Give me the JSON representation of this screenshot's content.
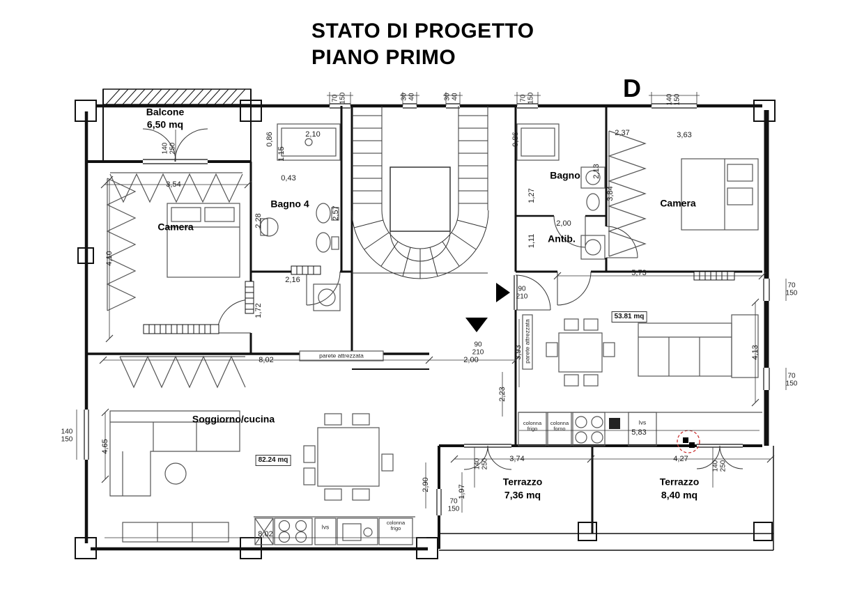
{
  "header": {
    "title": "STATO DI PROGETTO",
    "subtitle": "PIANO PRIMO",
    "section_mark": "D"
  },
  "colors": {
    "walls": "#111111",
    "furniture": "#555555",
    "annotation_red": "#cc3333"
  },
  "rooms": {
    "balcone": {
      "name": "Balcone",
      "area": "6,50 mq"
    },
    "camera_sx": {
      "name": "Camera"
    },
    "bagno4": {
      "name": "Bagno 4"
    },
    "bagno": {
      "name": "Bagno"
    },
    "antibagno": {
      "name": "Antib."
    },
    "camera_dx": {
      "name": "Camera"
    },
    "soggiorno": {
      "name": "Soggiorno/cucina",
      "area": "82.24 mq"
    },
    "living": {
      "area": "53.81 mq"
    },
    "terrazzo_sx": {
      "name": "Terrazzo",
      "area": "7,36 mq"
    },
    "terrazzo_dx": {
      "name": "Terrazzo",
      "area": "8,40 mq"
    }
  },
  "fixtures": {
    "parete_attrezzata_h": "parete attrezzata",
    "parete_attrezzata_v": "parete attrezzata",
    "colonna_frigo_living": "colonna\nfrigo",
    "colonna_forno": "colonna\nforno",
    "lvs_living": "lvs",
    "lvs_soggiorno": "lvs",
    "colonna_frigo_soggiorno": "colonna\nfrigo"
  },
  "dims": [
    "2,10",
    "0,86",
    "1,15",
    "0,43",
    "3,54",
    "2,57",
    "2,28",
    "4,10",
    "2,16",
    "1,72",
    "2,37",
    "0,86",
    "3,63",
    "2,13",
    "3,84",
    "1,27",
    "2,00",
    "1,11",
    "5,73",
    "8,02",
    "2,00",
    "3,93",
    "2,23",
    "4,13",
    "4,65",
    "5,83",
    "3,74",
    "4,27",
    "2,90",
    "1,97",
    "8,02"
  ],
  "win": [
    "70\n150",
    "30\n40",
    "30\n40",
    "70\n150",
    "140\n150",
    "140\n250",
    "70\n150",
    "70\n150",
    "140\n150",
    "90\n210",
    "90\n210",
    "140\n250",
    "140\n250",
    "70\n150"
  ]
}
